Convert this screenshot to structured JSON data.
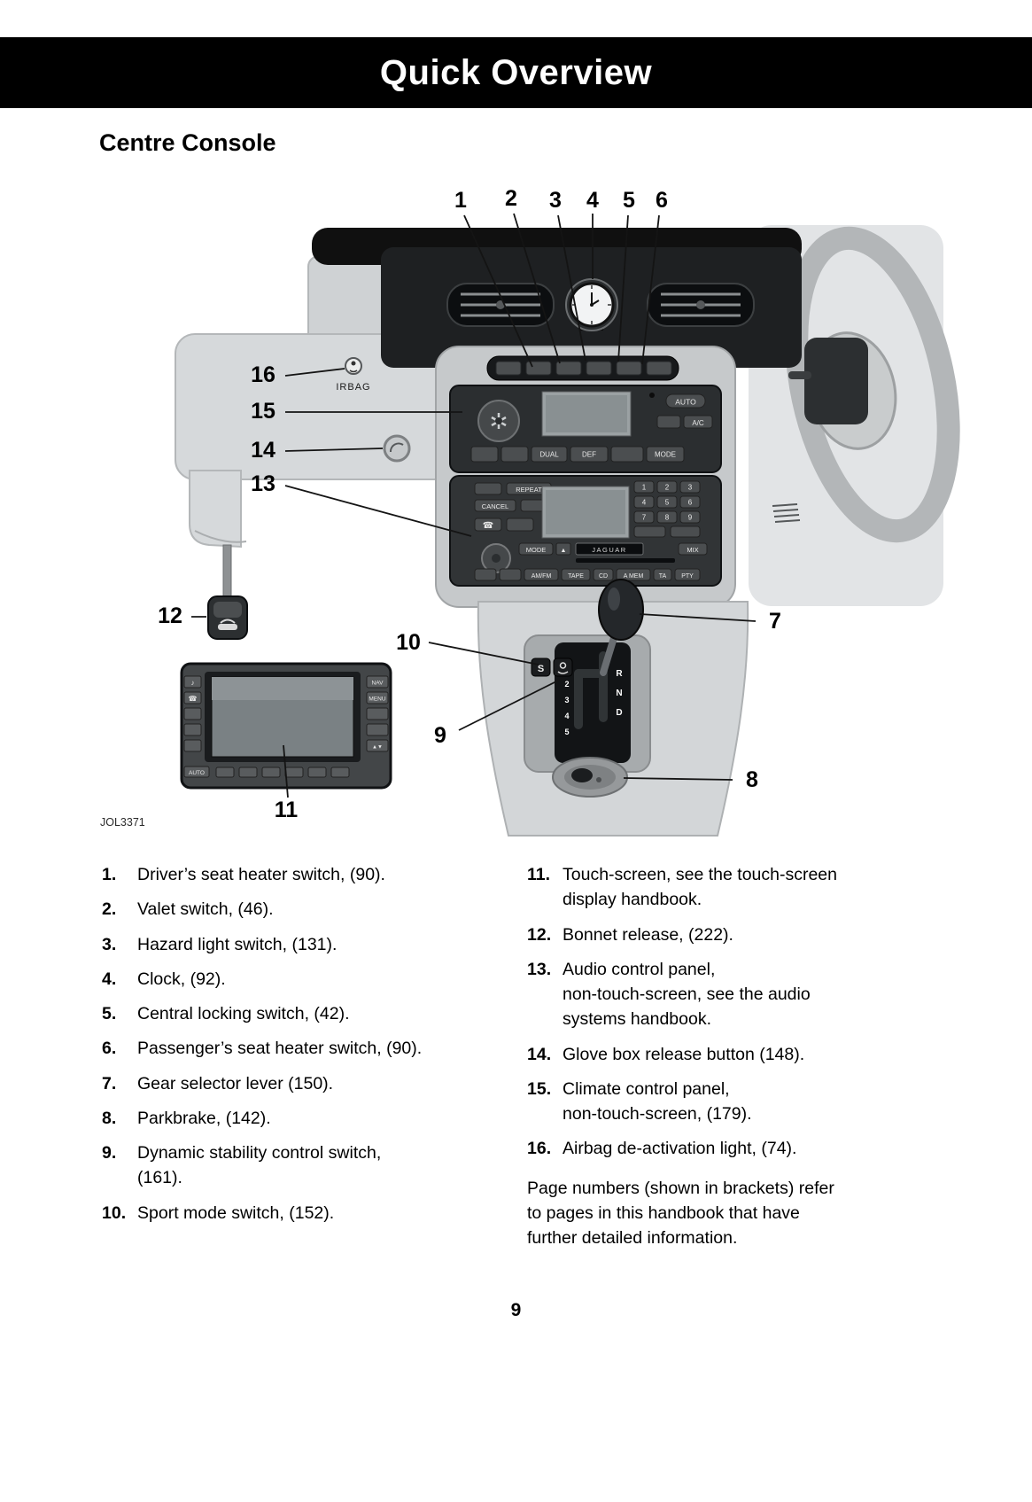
{
  "header": {
    "title": "Quick Overview"
  },
  "section": {
    "title": "Centre Console"
  },
  "diagram": {
    "caption": "JOL3371",
    "irbag_label": "IRBAG",
    "callouts": [
      "1",
      "2",
      "3",
      "4",
      "5",
      "6",
      "7",
      "8",
      "9",
      "10",
      "11",
      "12",
      "13",
      "14",
      "15",
      "16"
    ],
    "icons": {
      "phone": "☎",
      "eject": "▲",
      "music": "♪",
      "updown": "▲▼"
    },
    "climate": {
      "auto": "AUTO",
      "ac": "A/C",
      "dual": "DUAL",
      "def": "DEF",
      "mode": "MODE"
    },
    "audio": {
      "repeat": "REPEAT",
      "cancel": "CANCEL",
      "mode": "MODE",
      "brand": "JAGUAR",
      "mix": "MIX",
      "amfm": "AM/FM",
      "tape": "TAPE",
      "cd": "CD",
      "amem": "A MEM",
      "ta": "TA",
      "pty": "PTY",
      "keypad": [
        "1",
        "2",
        "3",
        "4",
        "5",
        "6",
        "7",
        "8",
        "9"
      ]
    },
    "gear": {
      "sport": "S",
      "left": [
        "2",
        "3",
        "4",
        "5"
      ],
      "right": [
        "R",
        "N",
        "D"
      ]
    },
    "nav": {
      "nav": "NAV",
      "menu": "MENU",
      "auto": "AUTO"
    }
  },
  "legend": {
    "left": [
      {
        "num": "1.",
        "lines": [
          "Driver’s seat heater switch, (90)."
        ]
      },
      {
        "num": "2.",
        "lines": [
          "Valet switch, (46)."
        ]
      },
      {
        "num": "3.",
        "lines": [
          "Hazard light switch, (131)."
        ]
      },
      {
        "num": "4.",
        "lines": [
          "Clock, (92)."
        ]
      },
      {
        "num": "5.",
        "lines": [
          "Central locking switch, (42)."
        ]
      },
      {
        "num": "6.",
        "lines": [
          "Passenger’s seat heater switch, (90)."
        ]
      },
      {
        "num": "7.",
        "lines": [
          "Gear selector lever (150)."
        ]
      },
      {
        "num": "8.",
        "lines": [
          "Parkbrake, (142)."
        ]
      },
      {
        "num": "9.",
        "lines": [
          "Dynamic stability control switch,",
          "(161)."
        ]
      },
      {
        "num": "10.",
        "lines": [
          "Sport mode switch, (152)."
        ]
      }
    ],
    "right": [
      {
        "num": "11.",
        "lines": [
          "Touch-screen, see the touch-screen",
          "display handbook."
        ]
      },
      {
        "num": "12.",
        "lines": [
          "Bonnet release, (222)."
        ]
      },
      {
        "num": "13.",
        "lines": [
          "Audio control panel,",
          "non-touch-screen, see the audio",
          "systems handbook."
        ]
      },
      {
        "num": "14.",
        "lines": [
          "Glove box release button (148)."
        ]
      },
      {
        "num": "15.",
        "lines": [
          "Climate control panel,",
          "non-touch-screen, (179)."
        ]
      },
      {
        "num": "16.",
        "lines": [
          "Airbag de-activation light, (74)."
        ]
      }
    ],
    "note_lines": [
      "Page numbers (shown in brackets) refer",
      "to pages in this handbook that have",
      "further detailed information."
    ]
  },
  "footer": {
    "page_number": "9"
  }
}
